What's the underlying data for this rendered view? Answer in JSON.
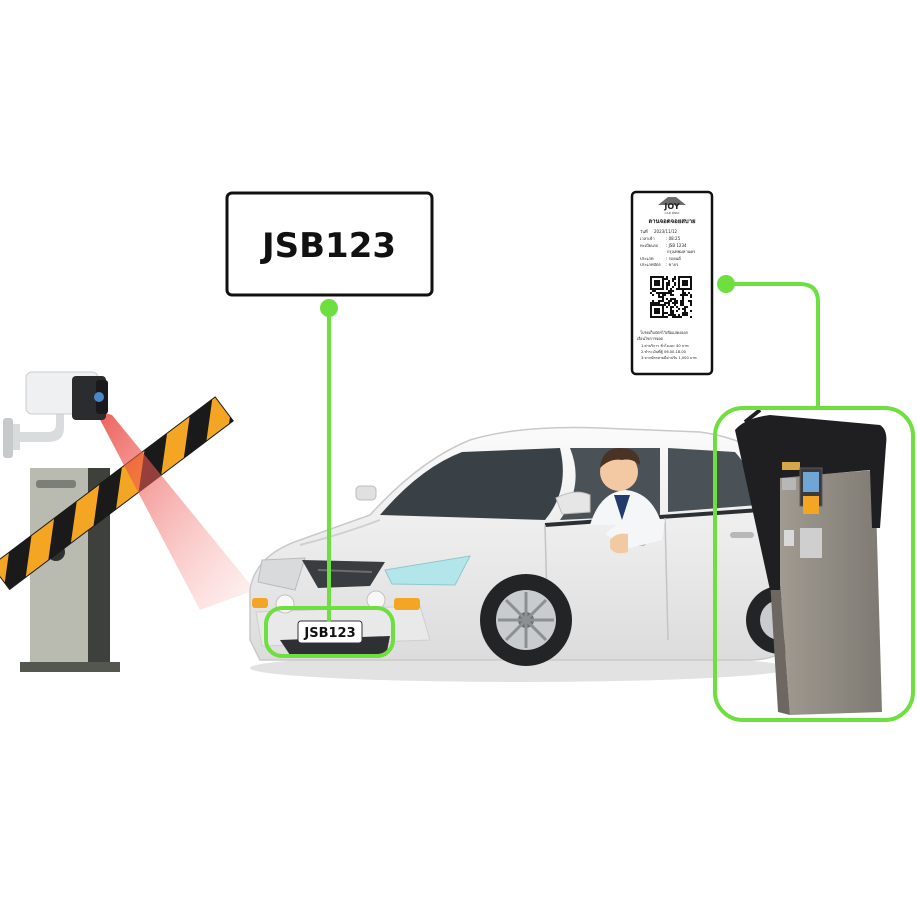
{
  "display": {
    "plate_text": "JSB123"
  },
  "car": {
    "plate_text": "JSB123"
  },
  "ticket": {
    "logo_text": "JOY",
    "logo_sub": "CAR PARK",
    "title": "ลานจอดจอยสบาย",
    "rows": [
      {
        "label": "วันที่",
        "value": "2023/11/12"
      },
      {
        "label": "เวลาเข้า",
        "value": ": 08:25"
      },
      {
        "label": "ทะเบียนรถ",
        "value": ": JSB 1234"
      },
      {
        "label": "",
        "value": "กรุงเทพมหานคร"
      },
      {
        "label": "ประเภท",
        "value": ": รถยนต์"
      },
      {
        "label": "ประเภทบัตร",
        "value": ": ขาจร"
      }
    ],
    "notes_title": "โปรดเก็บบัตรไว้เพื่อแสดงออก",
    "notes_sub": "เงื่อนไขการจอด",
    "notes": [
      "1.ค่าบริการ ชั่วโมงละ 40 บาท",
      "2.ชำระเงินที่ตู้ 06.00-18.00",
      "3.หากบัตรหายมีค่าปรับ 1,000 บาท"
    ]
  },
  "colors": {
    "connector": "#6ddf3f",
    "barrier_yellow": "#f4a523",
    "laser": "#e8362f",
    "car_body": "#f2f2f2",
    "kiosk_body": "#8f8a82"
  },
  "icons": [
    "cctv-camera-icon",
    "barrier-gate-icon",
    "car-icon",
    "driver-icon",
    "parking-kiosk-icon",
    "qr-code-icon"
  ]
}
